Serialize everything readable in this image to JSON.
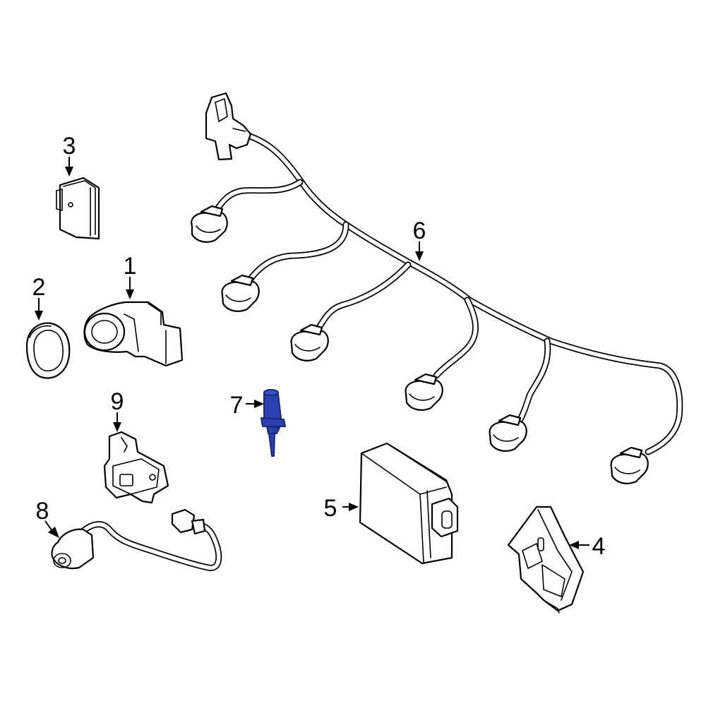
{
  "diagram": {
    "callouts": [
      {
        "number": "1",
        "name": "callout-1"
      },
      {
        "number": "2",
        "name": "callout-2"
      },
      {
        "number": "3",
        "name": "callout-3"
      },
      {
        "number": "4",
        "name": "callout-4"
      },
      {
        "number": "5",
        "name": "callout-5"
      },
      {
        "number": "6",
        "name": "callout-6"
      },
      {
        "number": "7",
        "name": "callout-7"
      },
      {
        "number": "8",
        "name": "callout-8"
      },
      {
        "number": "9",
        "name": "callout-9"
      }
    ],
    "highlighted_part": "7",
    "colors": {
      "line": "#000000",
      "background": "#ffffff",
      "highlight": "#2a3fb0"
    }
  }
}
